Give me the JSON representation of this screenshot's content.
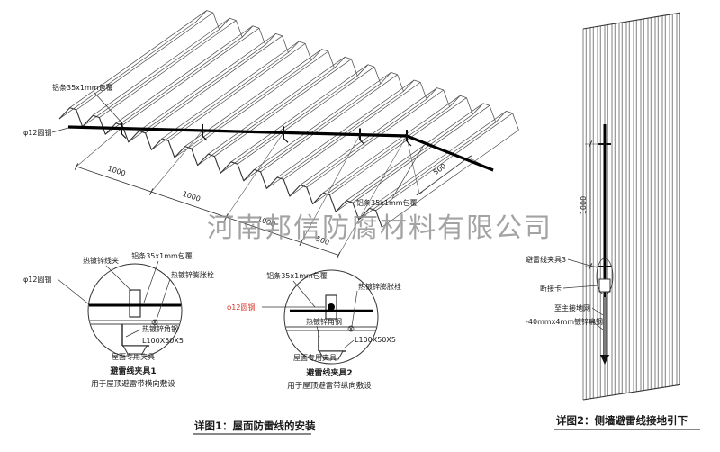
{
  "company_watermark": "河南邦信防腐材料有限公司",
  "roof_view": {
    "label_alu_strip_top": "铝条35x1mm包覆",
    "label_round_steel": "φ12圆钢",
    "label_alu_strip_right": "铝条35x1mm包覆",
    "dims": [
      "1000",
      "1000",
      "1000",
      "500"
    ],
    "dim_right": "500"
  },
  "clamp_detail_1": {
    "label_wire_clip": "热镀锌线夹",
    "label_alu_strip": "铝条35x1mm包覆",
    "label_expansion_bolt": "热镀锌膨胀栓",
    "label_round_steel": "φ12圆钢",
    "label_angle_steel": "热镀锌角钢",
    "label_angle_spec": "L100X50X5",
    "label_roof_fixture": "屋面专用夹具",
    "title": "避雷线夹具1",
    "subtitle": "用于屋顶避雷带横向敷设"
  },
  "clamp_detail_2": {
    "label_alu_strip": "铝条35x1mm包覆",
    "label_expansion_bolt": "热镀锌膨胀栓",
    "label_round_steel": "φ12圆钢",
    "label_angle_steel": "热镀锌角钢",
    "label_angle_spec": "L100X50X5",
    "label_roof_fixture": "屋面专用夹具",
    "title": "避雷线夹具2",
    "subtitle": "用于屋顶避雷带纵向敷设"
  },
  "wall_view": {
    "label_clamp3": "避雷线夹具3",
    "label_disconnect": "断接卡",
    "label_to_ground": "至主接地网",
    "label_flat_steel": "-40mmx4mm镀锌扁钢",
    "dim_vertical": "1000"
  },
  "captions": {
    "detail1": "详图1：屋面防雷线的安装",
    "detail2": "详图2：侧墙避雷线接地引下"
  },
  "colors": {
    "line": "#333333",
    "wire": "#000000",
    "red_label": "#d9342b",
    "watermark": "#8f8f8f"
  }
}
